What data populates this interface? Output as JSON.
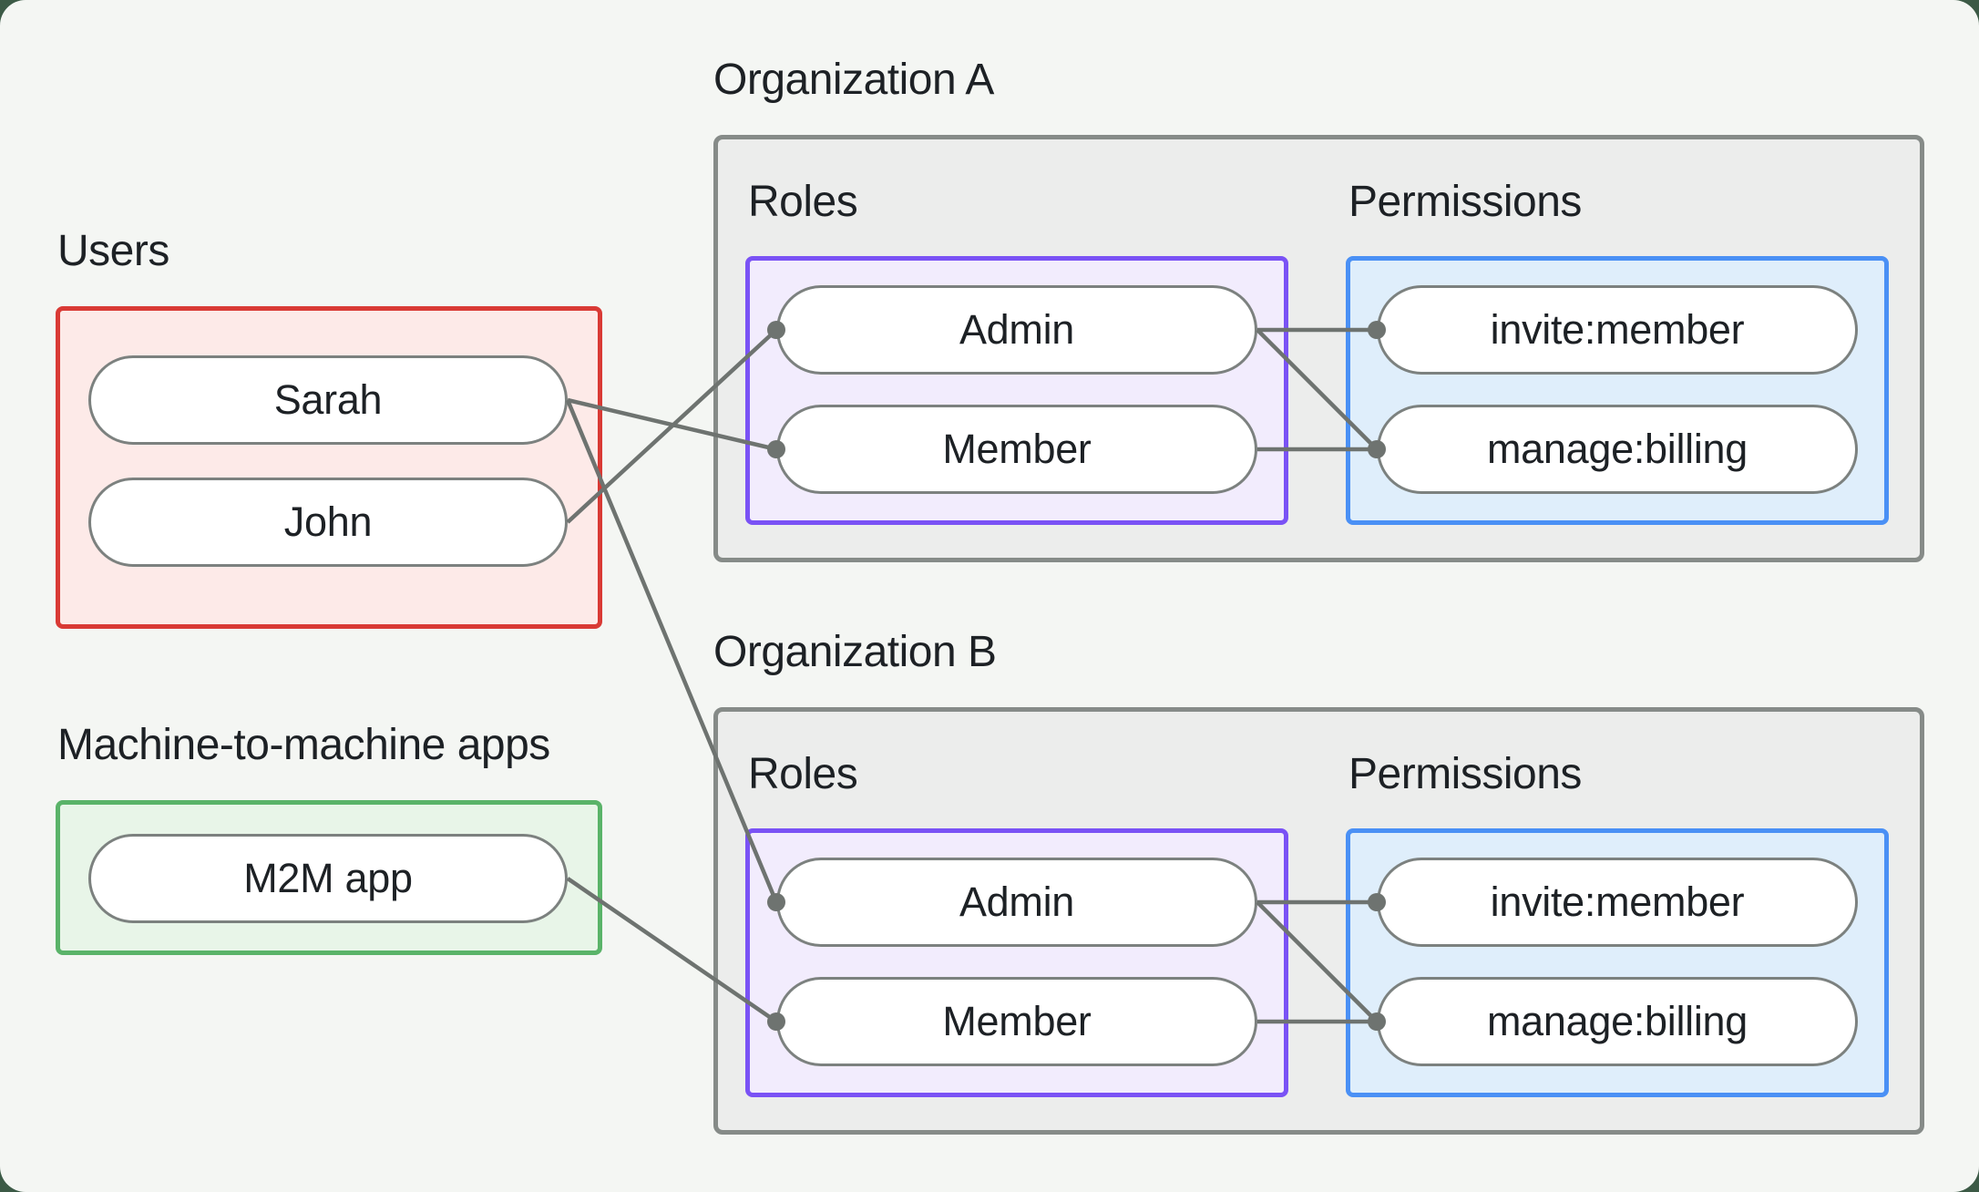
{
  "users_section": {
    "label": "Users",
    "items": [
      "Sarah",
      "John"
    ]
  },
  "m2m_section": {
    "label": "Machine-to-machine apps",
    "items": [
      "M2M app"
    ]
  },
  "organizations": [
    {
      "name": "Organization A",
      "roles_label": "Roles",
      "roles": [
        "Admin",
        "Member"
      ],
      "permissions_label": "Permissions",
      "permissions": [
        "invite:member",
        "manage:billing"
      ]
    },
    {
      "name": "Organization B",
      "roles_label": "Roles",
      "roles": [
        "Admin",
        "Member"
      ],
      "permissions_label": "Permissions",
      "permissions": [
        "invite:member",
        "manage:billing"
      ]
    }
  ],
  "connections": {
    "user_to_role": [
      {
        "from": "Sarah",
        "to": "Organization A / Member"
      },
      {
        "from": "John",
        "to": "Organization A / Admin"
      },
      {
        "from": "Sarah",
        "to": "Organization B / Admin"
      },
      {
        "from": "M2M app",
        "to": "Organization B / Member"
      }
    ],
    "role_to_permission": [
      {
        "from": "Organization A / Admin",
        "to": "Organization A / invite:member"
      },
      {
        "from": "Organization A / Admin",
        "to": "Organization A / manage:billing"
      },
      {
        "from": "Organization A / Member",
        "to": "Organization A / manage:billing"
      },
      {
        "from": "Organization B / Admin",
        "to": "Organization B / invite:member"
      },
      {
        "from": "Organization B / Admin",
        "to": "Organization B / manage:billing"
      },
      {
        "from": "Organization B / Member",
        "to": "Organization B / manage:billing"
      }
    ]
  },
  "colors": {
    "page_background": "#f4f6f3",
    "outer_background": "#3c5a46",
    "org_fill": "#ecedec",
    "org_border": "#868b88",
    "users_fill": "#fdeae8",
    "users_border": "#d93a35",
    "m2m_fill": "#e8f5e8",
    "m2m_border": "#5ab369",
    "roles_fill": "#f2ecfd",
    "roles_border": "#7a52f5",
    "permissions_fill": "#dfeefb",
    "permissions_border": "#4a90f5",
    "pill_fill": "#ffffff",
    "pill_border": "#7c817f",
    "connector": "#6e7370",
    "text": "#1d2125"
  }
}
